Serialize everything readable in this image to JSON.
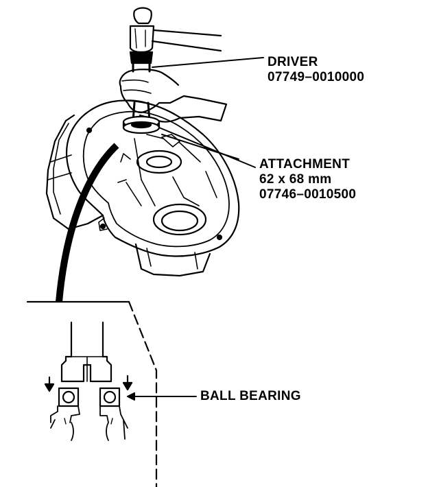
{
  "callouts": {
    "driver": {
      "name": "DRIVER",
      "part_number": "07749–0010000"
    },
    "attachment": {
      "name": "ATTACHMENT",
      "size": "62 x 68 mm",
      "part_number": "07746–0010500"
    },
    "ball_bearing": {
      "name": "BALL BEARING"
    }
  },
  "colors": {
    "ink": "#000000",
    "paper": "#ffffff"
  },
  "icons": {
    "hammer": "hammer-icon",
    "hand": "hand-icon",
    "press_arrow": "down-arrow-icon"
  }
}
